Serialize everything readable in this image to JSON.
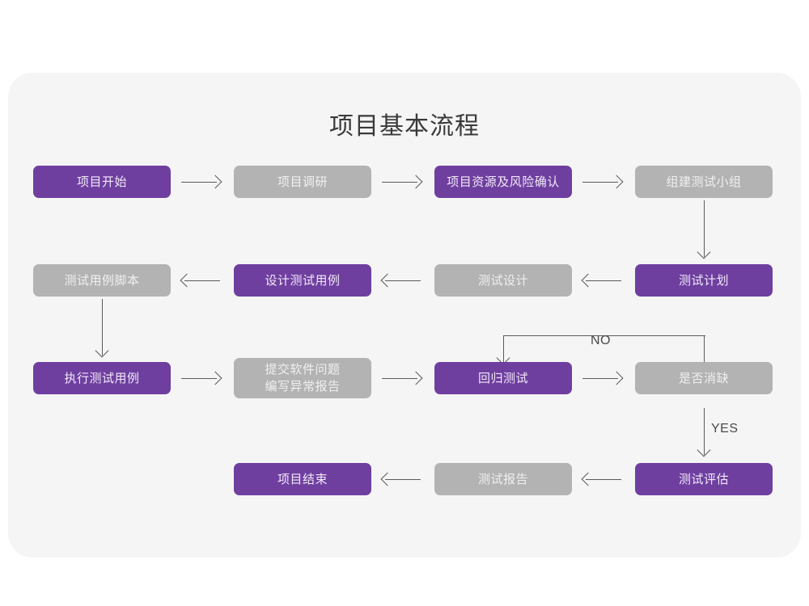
{
  "page": {
    "title": "项目基本流程",
    "background_color": "#ffffff",
    "panel_color": "#f5f5f5",
    "accent_purple": "#6f3fa0",
    "accent_gray": "#b3b3b3",
    "connector_color": "#5b5b5b"
  },
  "nodes": [
    {
      "id": "project-start",
      "label": "项目开始",
      "style": "purple"
    },
    {
      "id": "project-research",
      "label": "项目调研",
      "style": "gray"
    },
    {
      "id": "resource-risk",
      "label": "项目资源及风险确认",
      "style": "purple"
    },
    {
      "id": "form-test-team",
      "label": "组建测试小组",
      "style": "gray"
    },
    {
      "id": "test-case-script",
      "label": "测试用例脚本",
      "style": "gray"
    },
    {
      "id": "design-test-case",
      "label": "设计测试用例",
      "style": "purple"
    },
    {
      "id": "test-design",
      "label": "测试设计",
      "style": "gray"
    },
    {
      "id": "test-plan",
      "label": "测试计划",
      "style": "purple"
    },
    {
      "id": "execute-test-case",
      "label": "执行测试用例",
      "style": "purple"
    },
    {
      "id": "submit-bug-report",
      "label": "提交软件问题\n编写异常报告",
      "style": "gray"
    },
    {
      "id": "regression-test",
      "label": "回归测试",
      "style": "purple"
    },
    {
      "id": "defect-cleared",
      "label": "是否消缺",
      "style": "gray"
    },
    {
      "id": "project-end",
      "label": "项目结束",
      "style": "purple"
    },
    {
      "id": "test-report",
      "label": "测试报告",
      "style": "gray"
    },
    {
      "id": "test-evaluation",
      "label": "测试评估",
      "style": "purple"
    }
  ],
  "edge_labels": {
    "no": "NO",
    "yes": "YES"
  }
}
